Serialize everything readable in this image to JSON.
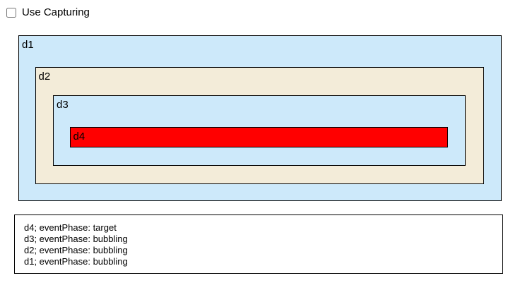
{
  "header": {
    "checkbox_label": "Use Capturing",
    "checkbox_checked": false
  },
  "boxes": {
    "d1": {
      "label": "d1",
      "color": "#cde9fa"
    },
    "d2": {
      "label": "d2",
      "color": "#f3ecd9"
    },
    "d3": {
      "label": "d3",
      "color": "#cde9fa"
    },
    "d4": {
      "label": "d4",
      "color": "#ff0000"
    }
  },
  "log": {
    "lines": [
      "d4; eventPhase: target",
      "d3; eventPhase: bubbling",
      "d2; eventPhase: bubbling",
      "d1; eventPhase: bubbling"
    ]
  },
  "colors": {
    "box_blue": "#cde9fa",
    "box_beige": "#f3ecd9",
    "box_red": "#ff0000",
    "border": "#000000",
    "background": "#ffffff",
    "text": "#000000"
  }
}
